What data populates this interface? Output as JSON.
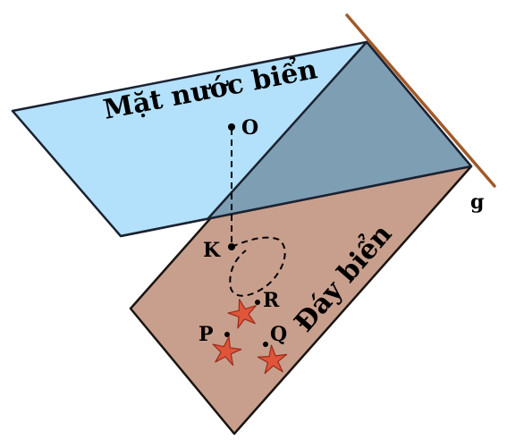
{
  "diagram": {
    "planes": {
      "water_surface": {
        "label": "Mặt nước biển",
        "fill": "#b3e0fb",
        "edge": "#1a2230"
      },
      "seabed": {
        "label": "Đáy biển",
        "fill": "#c89f8d",
        "edge": "#1a1410"
      },
      "overlap_fill": "#7e9eb4"
    },
    "line_g": {
      "label": "g",
      "color": "#a05a2a"
    },
    "points": {
      "O": {
        "label": "O"
      },
      "K": {
        "label": "K"
      },
      "R": {
        "label": "R"
      },
      "P": {
        "label": "P"
      },
      "Q": {
        "label": "Q"
      }
    },
    "starfish": {
      "count": 3,
      "color": "#e0553a",
      "edge": "#9a2a1a"
    }
  }
}
